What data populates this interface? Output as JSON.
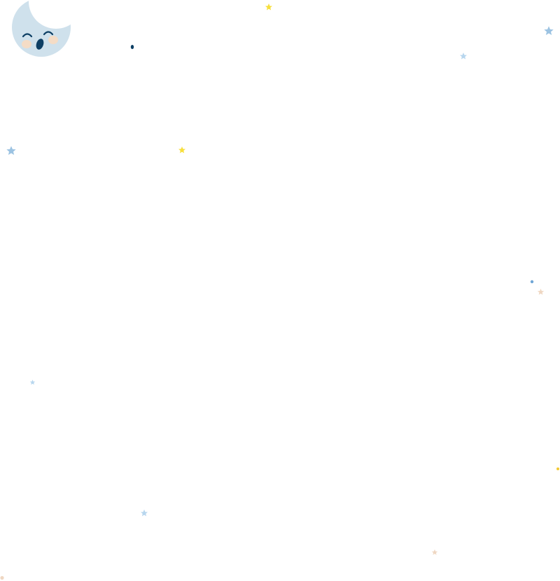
{
  "page": {
    "background": "#ffffff",
    "illustration": "yawning-crescent-moon-with-stars",
    "colors": {
      "moon": "#cfe1ec",
      "moon_face": "#0d3f64",
      "cheeks": "#f4dcc6",
      "star_blue": "#9cc3e2",
      "star_light_blue": "#b7d6ee",
      "star_yellow": "#f7df3a",
      "star_peach": "#efd7c2",
      "dot_navy": "#0d3f64",
      "dot_blue": "#6fa6d6",
      "dot_yellow": "#f3c932"
    },
    "decorations": [
      {
        "name": "crescent-moon-icon",
        "kind": "moon"
      },
      {
        "name": "star-icon",
        "kind": "star",
        "color": "yellow"
      },
      {
        "name": "star-icon",
        "kind": "star",
        "color": "blue"
      },
      {
        "name": "star-icon",
        "kind": "star",
        "color": "light-blue"
      },
      {
        "name": "star-icon",
        "kind": "star",
        "color": "blue"
      },
      {
        "name": "star-icon",
        "kind": "star",
        "color": "yellow"
      },
      {
        "name": "star-icon",
        "kind": "star",
        "color": "peach"
      },
      {
        "name": "star-icon",
        "kind": "star",
        "color": "light-blue"
      },
      {
        "name": "star-icon",
        "kind": "star",
        "color": "light-blue"
      },
      {
        "name": "star-icon",
        "kind": "star",
        "color": "peach"
      },
      {
        "name": "dot-icon",
        "kind": "dot",
        "color": "navy"
      },
      {
        "name": "dot-icon",
        "kind": "dot",
        "color": "blue"
      },
      {
        "name": "dot-icon",
        "kind": "dot",
        "color": "yellow"
      },
      {
        "name": "dot-icon",
        "kind": "dot",
        "color": "peach"
      }
    ]
  }
}
